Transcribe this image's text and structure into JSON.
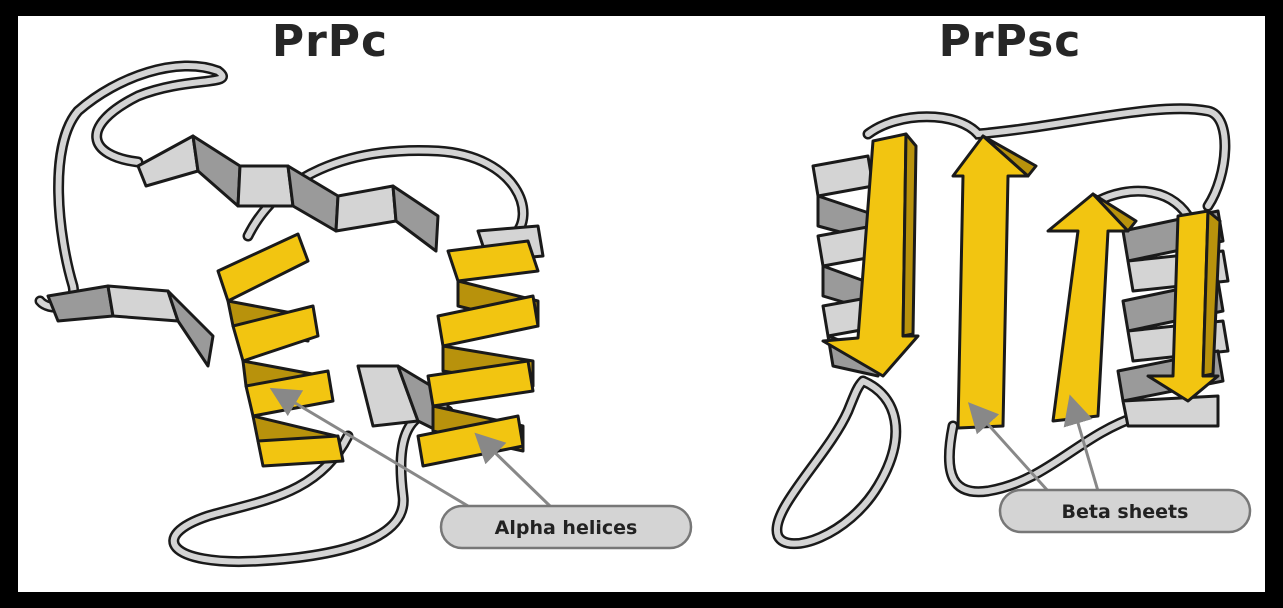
{
  "panels": [
    {
      "title": "PrPc",
      "label": "Alpha helices"
    },
    {
      "title": "PrPsc",
      "label": "Beta sheets"
    }
  ],
  "colors": {
    "frame": "#000000",
    "background": "#ffffff",
    "highlight": "#f2c511",
    "highlight_dark": "#b8920c",
    "coil": "#d4d4d4",
    "coil_dark": "#9a9a9a",
    "outline": "#1a1a1a"
  }
}
